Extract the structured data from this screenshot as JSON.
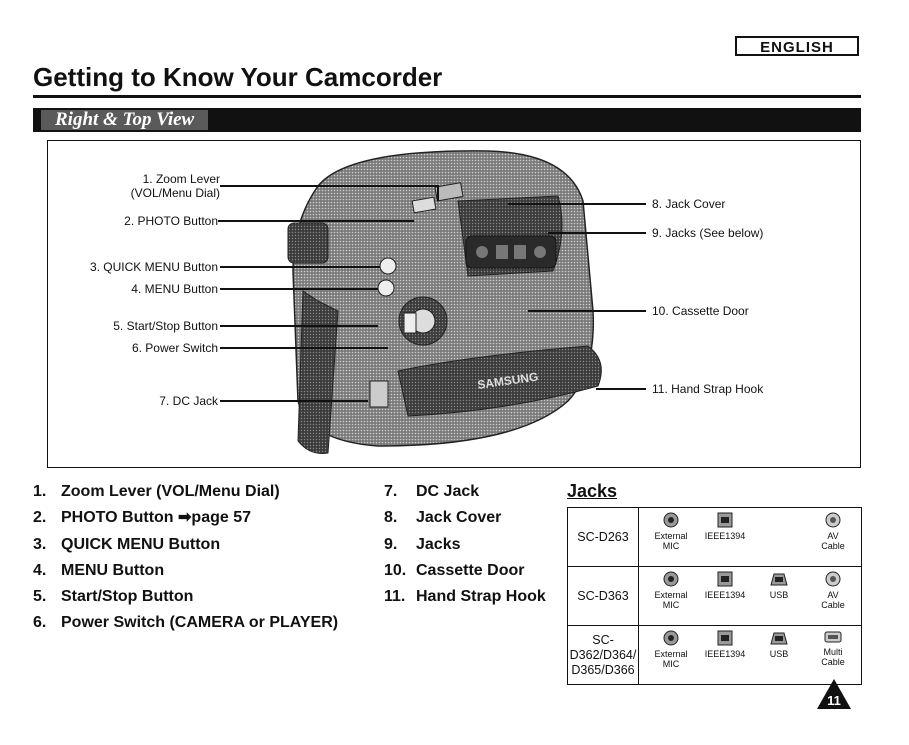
{
  "header": {
    "language": "ENGLISH",
    "title": "Getting to Know Your Camcorder",
    "section": "Right & Top View"
  },
  "figure": {
    "callouts_left": [
      {
        "num": "1.",
        "label": "Zoom Lever",
        "label2": "(VOL/Menu Dial)"
      },
      {
        "num": "2.",
        "label": "PHOTO Button"
      },
      {
        "num": "3.",
        "label": "QUICK MENU Button"
      },
      {
        "num": "4.",
        "label": "MENU Button"
      },
      {
        "num": "5.",
        "label": "Start/Stop Button"
      },
      {
        "num": "6.",
        "label": "Power Switch"
      },
      {
        "num": "7.",
        "label": "DC Jack"
      }
    ],
    "callouts_right": [
      {
        "num": "8.",
        "label": "Jack Cover"
      },
      {
        "num": "9.",
        "label": "Jacks (See below)"
      },
      {
        "num": "10.",
        "label": "Cassette Door"
      },
      {
        "num": "11.",
        "label": "Hand Strap Hook"
      }
    ],
    "brand": "SAMSUNG"
  },
  "list_left": [
    {
      "num": "1.",
      "text": "Zoom Lever (VOL/Menu Dial)"
    },
    {
      "num": "2.",
      "text": "PHOTO Button ➡page 57"
    },
    {
      "num": "3.",
      "text": "QUICK MENU Button"
    },
    {
      "num": "4.",
      "text": "MENU Button"
    },
    {
      "num": "5.",
      "text": "Start/Stop Button"
    },
    {
      "num": "6.",
      "text": "Power Switch (CAMERA or PLAYER)"
    }
  ],
  "list_right": [
    {
      "num": "7.",
      "text": "DC Jack"
    },
    {
      "num": "8.",
      "text": "Jack Cover"
    },
    {
      "num": "9.",
      "text": "Jacks"
    },
    {
      "num": "10.",
      "text": "Cassette Door"
    },
    {
      "num": "11.",
      "text": "Hand Strap Hook"
    }
  ],
  "jacks": {
    "title": "Jacks",
    "rows": [
      {
        "model": "SC-D263",
        "items": [
          {
            "label": "External",
            "label2": "MIC",
            "icon": "mic-jack-icon"
          },
          {
            "label": "IEEE1394",
            "label2": "",
            "icon": "ieee1394-jack-icon"
          },
          {
            "label": "AV",
            "label2": "Cable",
            "icon": "av-jack-icon"
          }
        ]
      },
      {
        "model": "SC-D363",
        "items": [
          {
            "label": "External",
            "label2": "MIC",
            "icon": "mic-jack-icon"
          },
          {
            "label": "IEEE1394",
            "label2": "",
            "icon": "ieee1394-jack-icon"
          },
          {
            "label": "USB",
            "label2": "",
            "icon": "usb-jack-icon"
          },
          {
            "label": "AV",
            "label2": "Cable",
            "icon": "av-jack-icon"
          }
        ]
      },
      {
        "model": "SC-",
        "model2": "D362/D364/",
        "model3": "D365/D366",
        "items": [
          {
            "label": "External",
            "label2": "MIC",
            "icon": "mic-jack-icon"
          },
          {
            "label": "IEEE1394",
            "label2": "",
            "icon": "ieee1394-jack-icon"
          },
          {
            "label": "USB",
            "label2": "",
            "icon": "usb-jack-icon"
          },
          {
            "label": "Multi",
            "label2": "Cable",
            "icon": "multi-jack-icon"
          }
        ]
      }
    ]
  },
  "page_number": "11"
}
